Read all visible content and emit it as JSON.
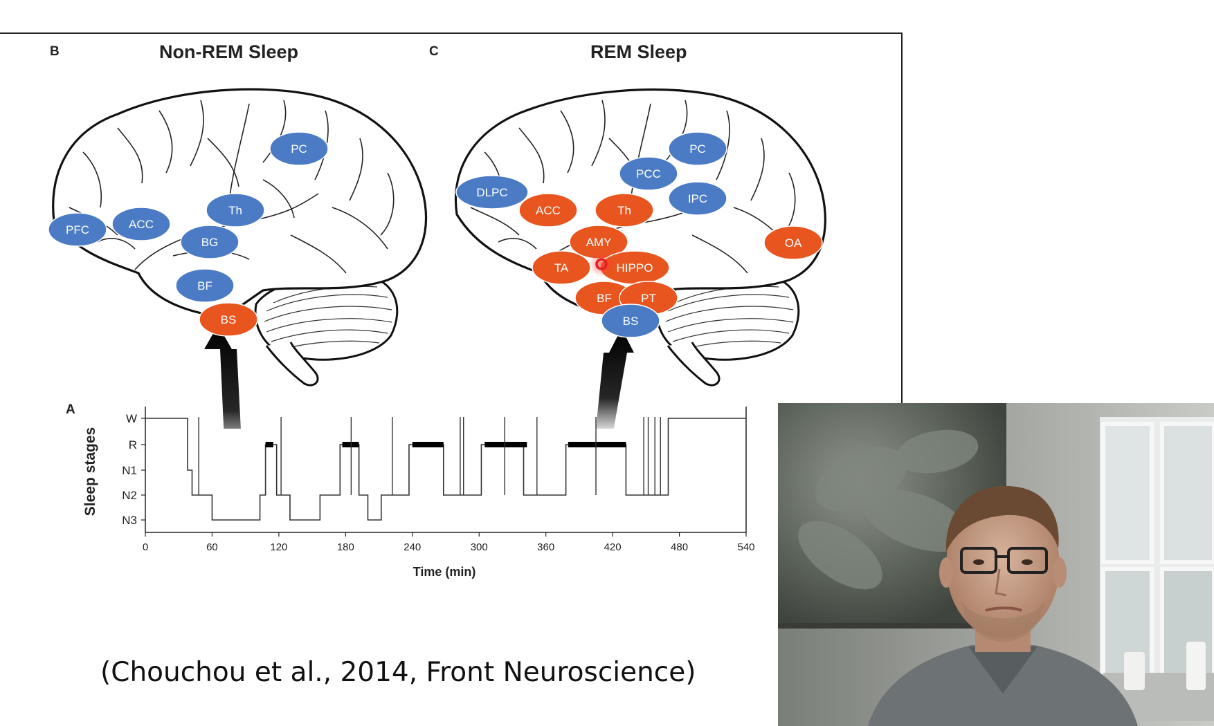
{
  "figure": {
    "panel_b_letter": "B",
    "panel_b_title": "Non-REM Sleep",
    "panel_c_letter": "C",
    "panel_c_title": "REM Sleep",
    "panel_a_letter": "A"
  },
  "colors": {
    "active_region": "#e8551f",
    "inactive_region": "#4a7bc4",
    "outline": "#111111"
  },
  "nrem_regions": [
    {
      "label": "PC",
      "state": "inactive"
    },
    {
      "label": "PFC",
      "state": "inactive"
    },
    {
      "label": "ACC",
      "state": "inactive"
    },
    {
      "label": "Th",
      "state": "inactive"
    },
    {
      "label": "BG",
      "state": "inactive"
    },
    {
      "label": "BF",
      "state": "inactive"
    },
    {
      "label": "BS",
      "state": "active"
    }
  ],
  "rem_regions": [
    {
      "label": "DLPC",
      "state": "inactive"
    },
    {
      "label": "PC",
      "state": "inactive"
    },
    {
      "label": "PCC",
      "state": "inactive"
    },
    {
      "label": "IPC",
      "state": "inactive"
    },
    {
      "label": "ACC",
      "state": "active"
    },
    {
      "label": "Th",
      "state": "active"
    },
    {
      "label": "OA",
      "state": "active"
    },
    {
      "label": "AMY",
      "state": "active"
    },
    {
      "label": "TA",
      "state": "active"
    },
    {
      "label": "HIPPO",
      "state": "active"
    },
    {
      "label": "BF",
      "state": "active"
    },
    {
      "label": "PT",
      "state": "active"
    },
    {
      "label": "BS",
      "state": "inactive"
    }
  ],
  "chart_data": {
    "type": "line",
    "title": "",
    "xlabel": "Time  (min)",
    "ylabel": "Sleep stages",
    "xlim": [
      0,
      540
    ],
    "x_ticks": [
      0,
      60,
      120,
      180,
      240,
      300,
      360,
      420,
      480,
      540
    ],
    "y_categories": [
      "W",
      "R",
      "N1",
      "N2",
      "N3"
    ],
    "series": [
      {
        "x": [
          0,
          38,
          38,
          42,
          42,
          45,
          45,
          60,
          60,
          103,
          103,
          108,
          108,
          118,
          118,
          130,
          130,
          157,
          157,
          175,
          175,
          192,
          192,
          200,
          200,
          212,
          212,
          222,
          222,
          237,
          237,
          268,
          268,
          302,
          302,
          340,
          340,
          378,
          378,
          432,
          432,
          470,
          470,
          540
        ],
        "y": [
          "W",
          "W",
          "N1",
          "N1",
          "N2",
          "N2",
          "N2",
          "N2",
          "N3",
          "N3",
          "N2",
          "N2",
          "R",
          "R",
          "N2",
          "N2",
          "N3",
          "N3",
          "N2",
          "N2",
          "R",
          "R",
          "N2",
          "N2",
          "N3",
          "N3",
          "N2",
          "N2",
          "N2",
          "N2",
          "R",
          "R",
          "N2",
          "N2",
          "R",
          "R",
          "N2",
          "N2",
          "R",
          "R",
          "N2",
          "N2",
          "W",
          "W"
        ]
      }
    ],
    "rem_bars": [
      {
        "start": 108,
        "end": 115
      },
      {
        "start": 177,
        "end": 192
      },
      {
        "start": 240,
        "end": 268
      },
      {
        "start": 305,
        "end": 343
      },
      {
        "start": 380,
        "end": 432
      }
    ],
    "arousal_spikes": [
      48,
      122,
      185,
      222,
      283,
      286,
      323,
      352,
      405,
      448,
      452,
      458,
      463
    ],
    "grid": false,
    "legend": "none"
  },
  "citation": "(Chouchou et al., 2014, Front Neuroscience)"
}
